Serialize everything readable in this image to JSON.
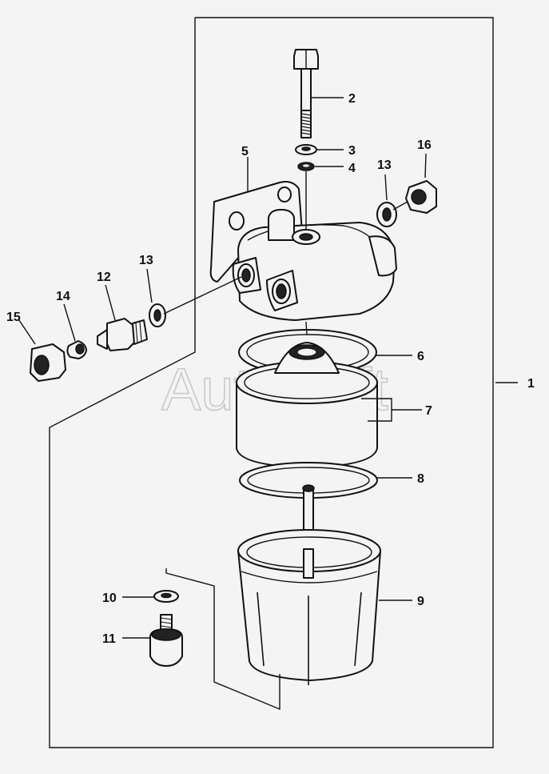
{
  "diagram": {
    "watermark": "AutoSoft",
    "callouts": {
      "c1": "1",
      "c2": "2",
      "c3": "3",
      "c4": "4",
      "c5": "5",
      "c6": "6",
      "c7": "7",
      "c8": "8",
      "c9": "9",
      "c10": "10",
      "c11": "11",
      "c12": "12",
      "c13a": "13",
      "c13b": "13",
      "c14": "14",
      "c15": "15",
      "c16": "16"
    }
  }
}
